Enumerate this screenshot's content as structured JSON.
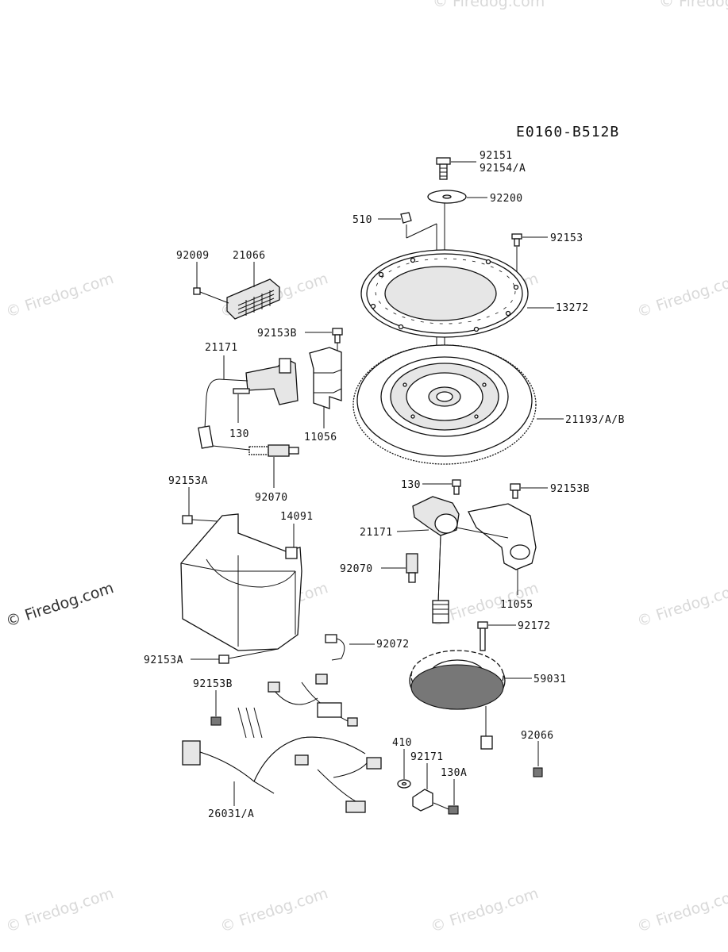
{
  "diagram_code": "E0160-B512B",
  "watermark": "Firedog.com",
  "watermark_symbol": "©",
  "part_labels": {
    "p92151": "92151",
    "p92154A": "92154/A",
    "p92200": "92200",
    "p510": "510",
    "p92153_top": "92153",
    "p92009": "92009",
    "p21066": "21066",
    "p13272": "13272",
    "p92153B_a": "92153B",
    "p21171_a": "21171",
    "p130_a": "130",
    "p11056": "11056",
    "p21193": "21193/A/B",
    "p92070_a": "92070",
    "p92153A_a": "92153A",
    "p130_b": "130",
    "p92153B_b": "92153B",
    "p14091": "14091",
    "p21171_b": "21171",
    "p92070_b": "92070",
    "p11055": "11055",
    "p92172": "92172",
    "p92072": "92072",
    "p92153A_b": "92153A",
    "p59031": "59031",
    "p92153B_c": "92153B",
    "p410": "410",
    "p92171": "92171",
    "p92066": "92066",
    "p130A": "130A",
    "p26031": "26031/A"
  }
}
